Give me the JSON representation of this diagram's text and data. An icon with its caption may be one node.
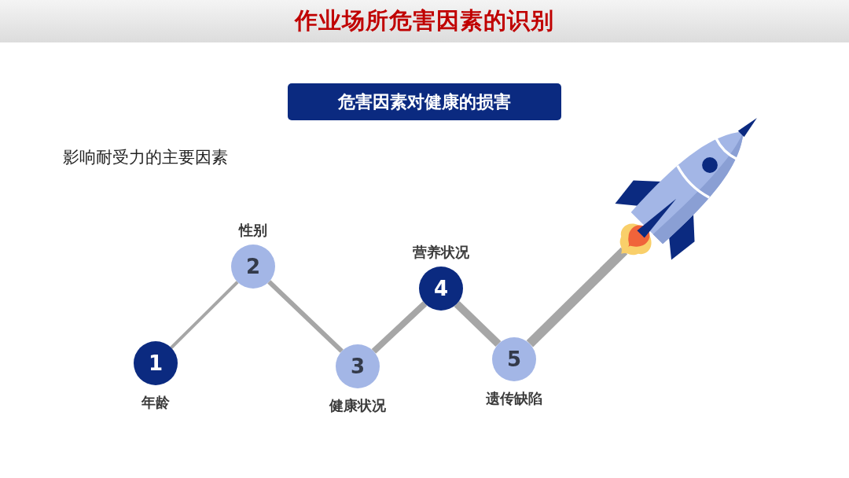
{
  "diagram": {
    "title": "作业场所危害因素的识别",
    "nodes": [
      {
        "text": [
          "危害因素对健康的损害"
        ]
      },
      {
        "text": [
          "1",
          "年龄"
        ]
      },
      {
        "text": [
          "性别",
          "2"
        ]
      },
      {
        "text": [
          "3",
          "健康状况"
        ]
      },
      {
        "text": [
          "营养状况",
          "4"
        ]
      },
      {
        "text": [
          "5",
          "遗传缺陷"
        ]
      },
      {
        "text": [],
        "shape": "picture"
      }
    ],
    "edges": [
      {
        "from": 1,
        "to": 2,
        "arrow": "none"
      },
      {
        "from": 2,
        "to": 3,
        "arrow": "none"
      },
      {
        "from": 3,
        "to": 4,
        "arrow": "none"
      },
      {
        "from": 4,
        "to": 5,
        "arrow": "none"
      },
      {
        "from": 5,
        "to": 6,
        "arrow": "none"
      }
    ],
    "labels": [
      "影响耐受力的主要因素"
    ]
  }
}
